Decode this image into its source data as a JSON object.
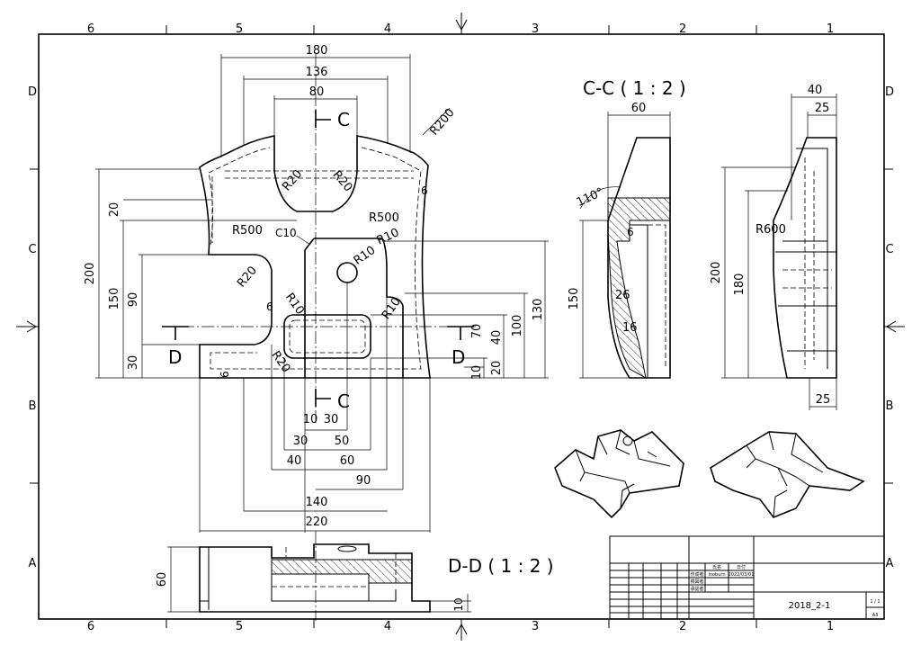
{
  "border": {
    "columns_top": [
      "6",
      "5",
      "4",
      "3",
      "2",
      "1"
    ],
    "columns_bottom": [
      "6",
      "5",
      "4",
      "3",
      "2",
      "1"
    ],
    "rows_left": [
      "D",
      "C",
      "B",
      "A"
    ],
    "rows_right": [
      "D",
      "C",
      "B",
      "A"
    ]
  },
  "main_view": {
    "dims": {
      "d180": "180",
      "d136": "136",
      "d80": "80",
      "r200": "R200",
      "r20a": "R20",
      "r20b": "R20",
      "r500a": "R500",
      "r500b": "R500",
      "c10": "C10",
      "r10a": "R10",
      "r10b": "R10",
      "r10c": "R10",
      "r20c": "R20",
      "r20d": "R20",
      "d6a": "6",
      "d6b": "6",
      "d6c": "6",
      "d200": "200",
      "d150": "150",
      "d90": "90",
      "d30": "30",
      "d20": "20",
      "d130": "130",
      "d100": "100",
      "d70": "70",
      "d40": "40",
      "d20b": "20",
      "d10": "10",
      "b10": "10",
      "b30a": "30",
      "b30b": "30",
      "b50": "50",
      "b40": "40",
      "b60": "60",
      "b90": "90",
      "b140": "140",
      "b220": "220"
    },
    "cut_marks": {
      "c_top": "C",
      "c_bottom": "C",
      "d_left": "D",
      "d_right": "D"
    }
  },
  "section_cc": {
    "title": "C-C ( 1 : 2 )",
    "dims": {
      "d60": "60",
      "a110": "110°",
      "d6": "6",
      "d150": "150",
      "d26": "26",
      "d16": "16"
    }
  },
  "side_view": {
    "dims": {
      "d40": "40",
      "d25a": "25",
      "r600": "R600",
      "d200": "200",
      "d180": "180",
      "d25b": "25"
    }
  },
  "section_dd": {
    "title": "D-D ( 1 : 2 )",
    "dims": {
      "d60": "60",
      "d10": "10"
    }
  },
  "title_block": {
    "drawing_no": "2018_2-1",
    "author_label": "作成者",
    "author": "inoburn",
    "date": "2022/03/01",
    "checker_label": "検図者",
    "approver_label": "承認者",
    "sheet": "1 / 1",
    "size": "A3",
    "col_name": "氏名",
    "col_date": "日付"
  }
}
